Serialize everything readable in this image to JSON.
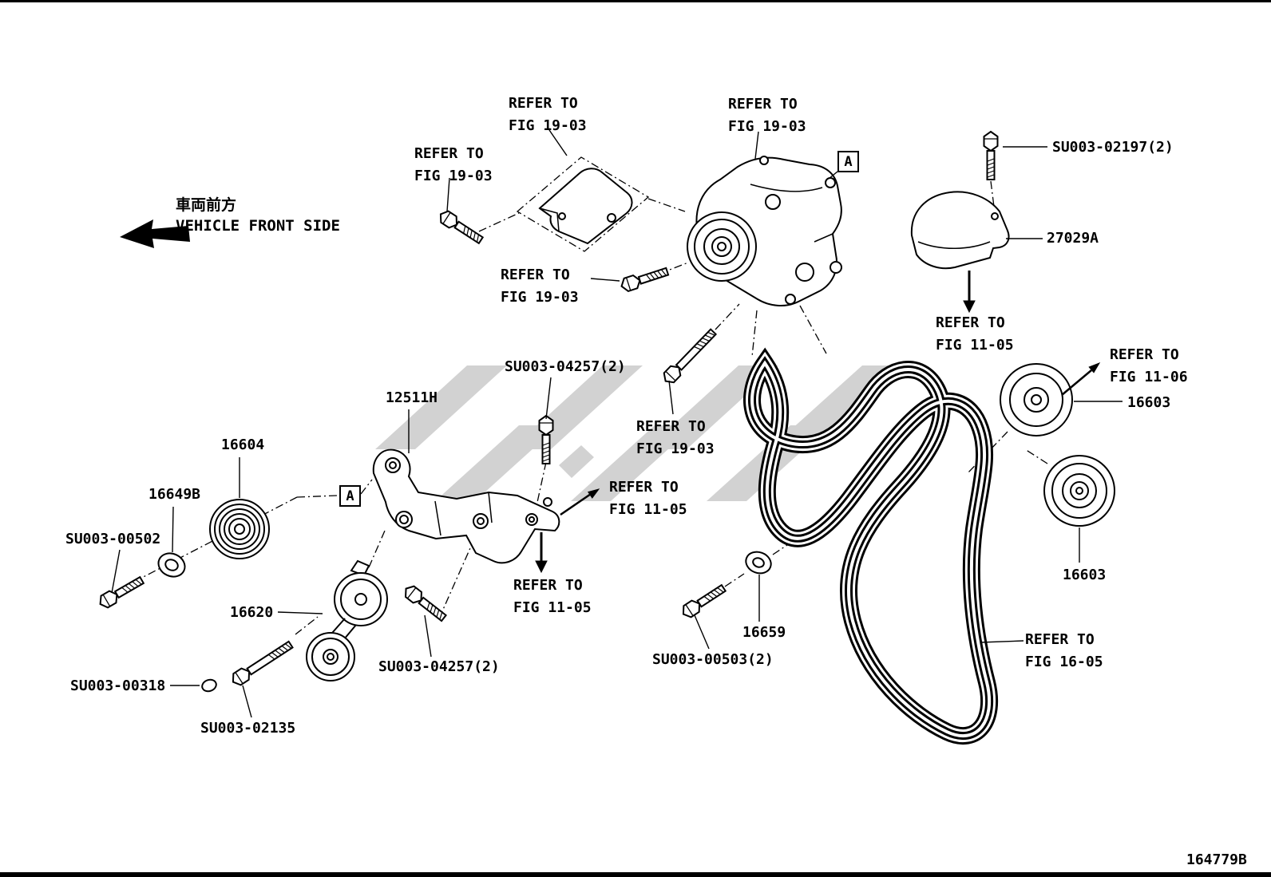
{
  "page": {
    "doc_number": "164779B",
    "front_note_jp": "車両前方",
    "front_note_en": "VEHICLE FRONT SIDE",
    "section_marker": "A"
  },
  "part_labels": {
    "su003_02197": "SU003-02197(2)",
    "part_27029a": "27029A",
    "part_16603_top": "16603",
    "part_16603_bottom": "16603",
    "part_12511h": "12511H",
    "su003_04257_top": "SU003-04257(2)",
    "su003_04257_bottom": "SU003-04257(2)",
    "part_16604": "16604",
    "part_16649b": "16649B",
    "su003_00502": "SU003-00502",
    "part_16620": "16620",
    "su003_00318": "SU003-00318",
    "su003_02135": "SU003-02135",
    "part_16659": "16659",
    "su003_00503": "SU003-00503(2)"
  },
  "refer_callouts": [
    {
      "line1": "REFER TO",
      "line2": "FIG 19-03"
    },
    {
      "line1": "REFER TO",
      "line2": "FIG 19-03"
    },
    {
      "line1": "REFER TO",
      "line2": "FIG 19-03"
    },
    {
      "line1": "REFER TO",
      "line2": "FIG 19-03"
    },
    {
      "line1": "REFER TO",
      "line2": "FIG 11-05"
    },
    {
      "line1": "REFER TO",
      "line2": "FIG 11-06"
    },
    {
      "line1": "REFER TO",
      "line2": "FIG 19-03"
    },
    {
      "line1": "REFER TO",
      "line2": "FIG 11-05"
    },
    {
      "line1": "REFER TO",
      "line2": "FIG 11-05"
    },
    {
      "line1": "REFER TO",
      "line2": "FIG 16-05"
    }
  ]
}
